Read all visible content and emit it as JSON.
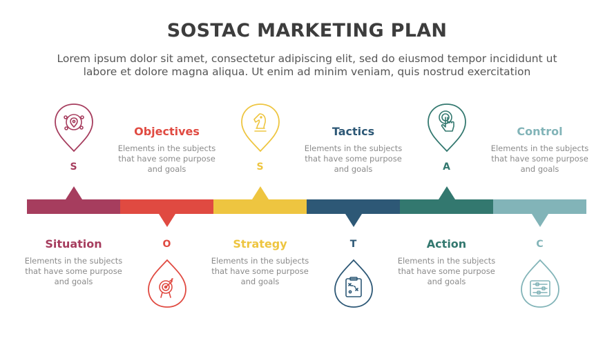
{
  "title": "SOSTAC MARKETING PLAN",
  "subtitle": "Lorem ipsum dolor sit amet, consectetur adipiscing elit, sed do eiusmod tempor incididunt ut labore et dolore magna aliqua. Ut enim ad minim veniam, quis nostrud exercitation",
  "steps": [
    {
      "letter": "S",
      "heading": "Situation",
      "desc": "Elements in the subjects\nthat have  some purpose\nand goals",
      "color": "#a63d5e",
      "icon": "location-network-icon"
    },
    {
      "letter": "O",
      "heading": "Objectives",
      "desc": "Elements in the subjects\nthat have  some purpose\nand goals",
      "color": "#e04a41",
      "icon": "target-icon"
    },
    {
      "letter": "S",
      "heading": "Strategy",
      "desc": "Elements in the subjects\nthat have  some purpose\nand goals",
      "color": "#eec540",
      "icon": "chess-knight-icon"
    },
    {
      "letter": "T",
      "heading": "Tactics",
      "desc": "Elements in the subjects\nthat have  some purpose\nand goals",
      "color": "#2d5876",
      "icon": "tactics-clipboard-icon"
    },
    {
      "letter": "A",
      "heading": "Action",
      "desc": "Elements in the subjects\nthat have  some purpose\nand goals",
      "color": "#33786f",
      "icon": "hand-tap-icon"
    },
    {
      "letter": "C",
      "heading": "Control",
      "desc": "Elements in the subjects\nthat have  some purpose\nand goals",
      "color": "#82b4b8",
      "icon": "sliders-control-icon"
    }
  ]
}
